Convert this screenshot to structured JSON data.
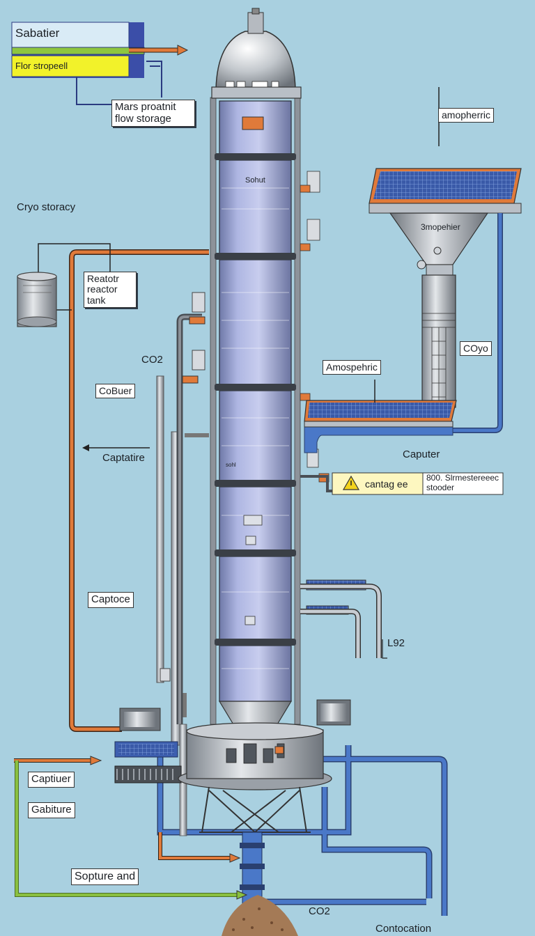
{
  "legend": {
    "title": "Sabatier",
    "subtitle": "Flor stropeell"
  },
  "labels": {
    "mars_flow": [
      "Mars proatnit",
      "flow storage"
    ],
    "atmospheric_top": "amopherric",
    "cryo": "Cryo storacy",
    "reactor": [
      "Reatotr",
      "reactor",
      "tank"
    ],
    "tower_label": "Sohut",
    "hopper_label": "3mopehier",
    "co2_left": "CO2",
    "cobuer": "CoBuer",
    "coyo": "COyo",
    "atmospheric_mid": "Amospehric",
    "captatire": "Captatire",
    "caputer": "Caputer",
    "warning_text": "cantag ee",
    "spec_line1": "800. Slrmestereeec",
    "spec_line2": "stooder",
    "tower_small": "sohl",
    "captoce": "Captoce",
    "l92": "L92",
    "capttuer": "Captiuer",
    "gabiture": "Gabiture",
    "sopture": "Sopture and",
    "co2_bottom": "CO2",
    "contocation": "Contocation"
  },
  "colors": {
    "background": "#a9d0e0",
    "pipe_orange": "#e07a3a",
    "pipe_blue": "#4a78c8",
    "pipe_green": "#8ac040",
    "legend_yellow": "#f2f22a",
    "legend_bar": "#8ec63f",
    "tank_blue": "#9aa6d6",
    "steel": "#b9bfc6"
  }
}
